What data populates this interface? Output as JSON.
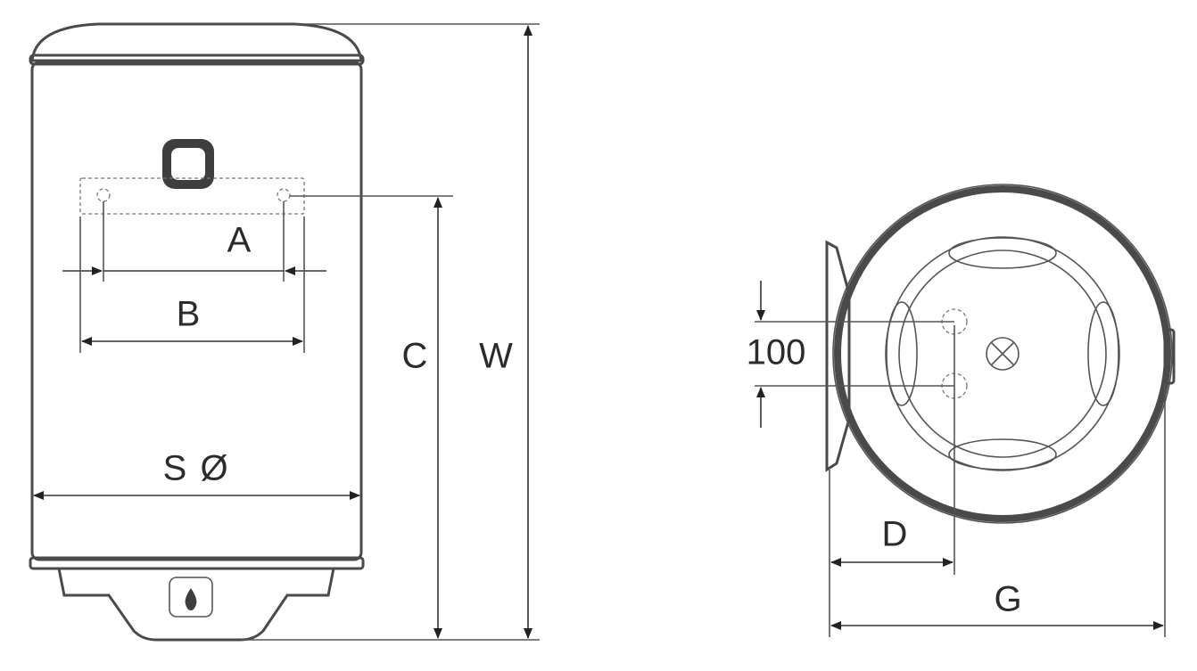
{
  "front_view": {
    "labels": {
      "a": "A",
      "b": "B",
      "c": "C",
      "w": "W",
      "s": "S",
      "diameter": "Ø"
    },
    "icons": [
      "display-panel-icon",
      "water-drop-icon"
    ]
  },
  "top_view": {
    "labels": {
      "spacing": "100",
      "d": "D",
      "g": "G"
    },
    "icons": [
      "center-cross-icon"
    ]
  },
  "colors": {
    "stroke": "#4a4a4a",
    "text": "#2b2b2b",
    "background": "#ffffff"
  }
}
